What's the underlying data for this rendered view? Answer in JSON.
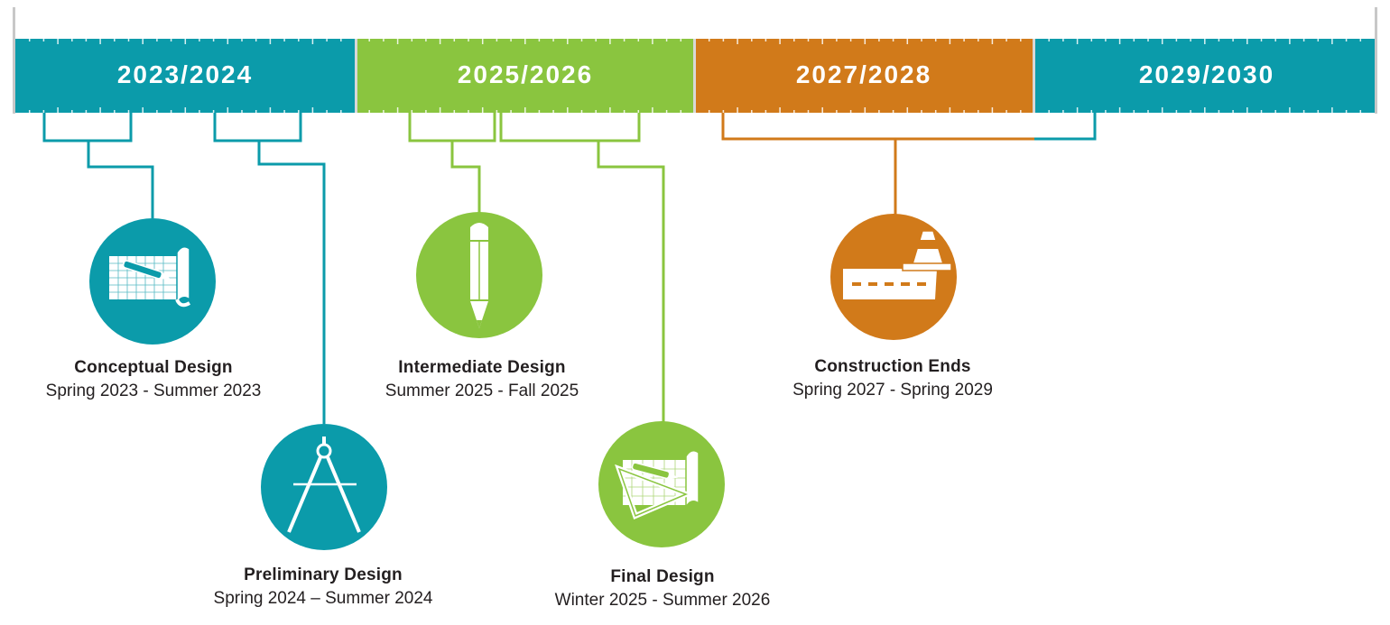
{
  "colors": {
    "teal": "#0b9baa",
    "green": "#8ac53f",
    "orange": "#d17a1a",
    "text": "#231f20"
  },
  "timeline": {
    "segments": [
      {
        "label": "2023/2024",
        "color": "#0b9baa"
      },
      {
        "label": "2025/2026",
        "color": "#8ac53f"
      },
      {
        "label": "2027/2028",
        "color": "#d17a1a"
      },
      {
        "label": "2029/2030",
        "color": "#0b9baa"
      }
    ]
  },
  "milestones": [
    {
      "name": "Conceptual Design",
      "dates": "Spring 2023 - Summer 2023",
      "icon": "blueprint-pen-icon",
      "color": "#0b9baa"
    },
    {
      "name": "Preliminary Design",
      "dates": "Spring 2024 – Summer 2024",
      "icon": "compass-icon",
      "color": "#0b9baa"
    },
    {
      "name": "Intermediate Design",
      "dates": "Summer 2025 - Fall 2025",
      "icon": "pencil-icon",
      "color": "#8ac53f"
    },
    {
      "name": "Final Design",
      "dates": "Winter 2025 - Summer 2026",
      "icon": "blueprint-set-square-icon",
      "color": "#8ac53f"
    },
    {
      "name": "Construction Ends",
      "dates": "Spring 2027 - Spring 2029",
      "icon": "road-cone-icon",
      "color": "#d17a1a"
    }
  ]
}
